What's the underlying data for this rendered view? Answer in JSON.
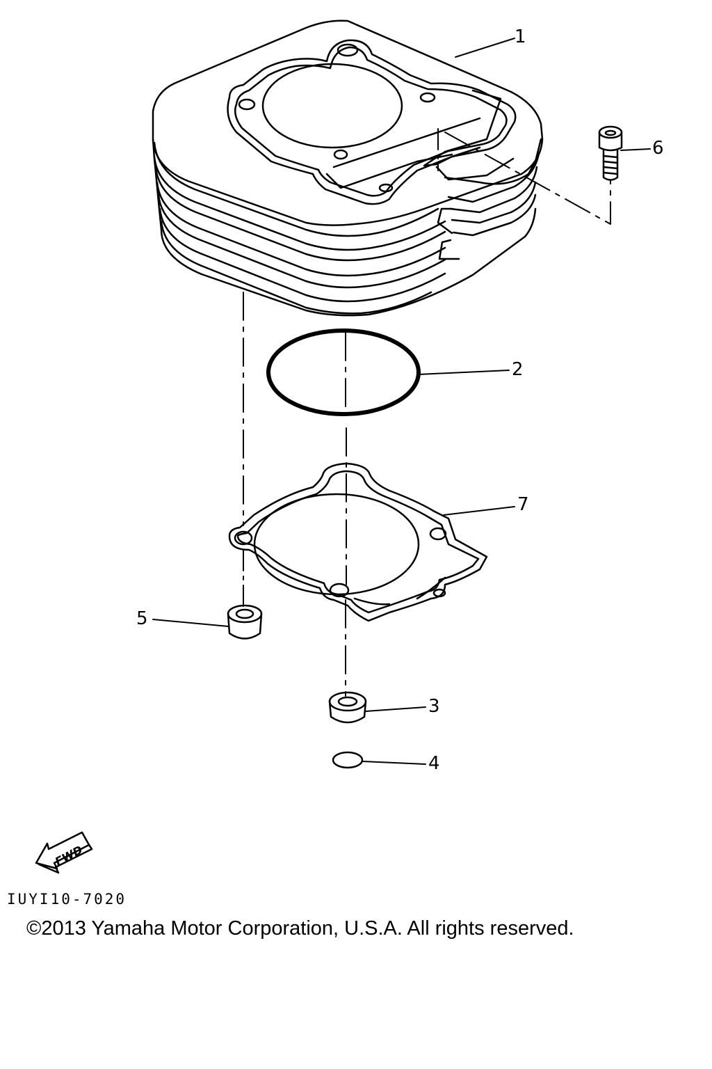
{
  "callouts": [
    {
      "id": "1",
      "label": "1"
    },
    {
      "id": "2",
      "label": "2"
    },
    {
      "id": "3",
      "label": "3"
    },
    {
      "id": "4",
      "label": "4"
    },
    {
      "id": "5",
      "label": "5"
    },
    {
      "id": "6",
      "label": "6"
    },
    {
      "id": "7",
      "label": "7"
    }
  ],
  "fwd_label": "FWD",
  "figure_code": "IUYI10-7020",
  "copyright": "©2013 Yamaha Motor Corporation, U.S.A. All rights reserved."
}
